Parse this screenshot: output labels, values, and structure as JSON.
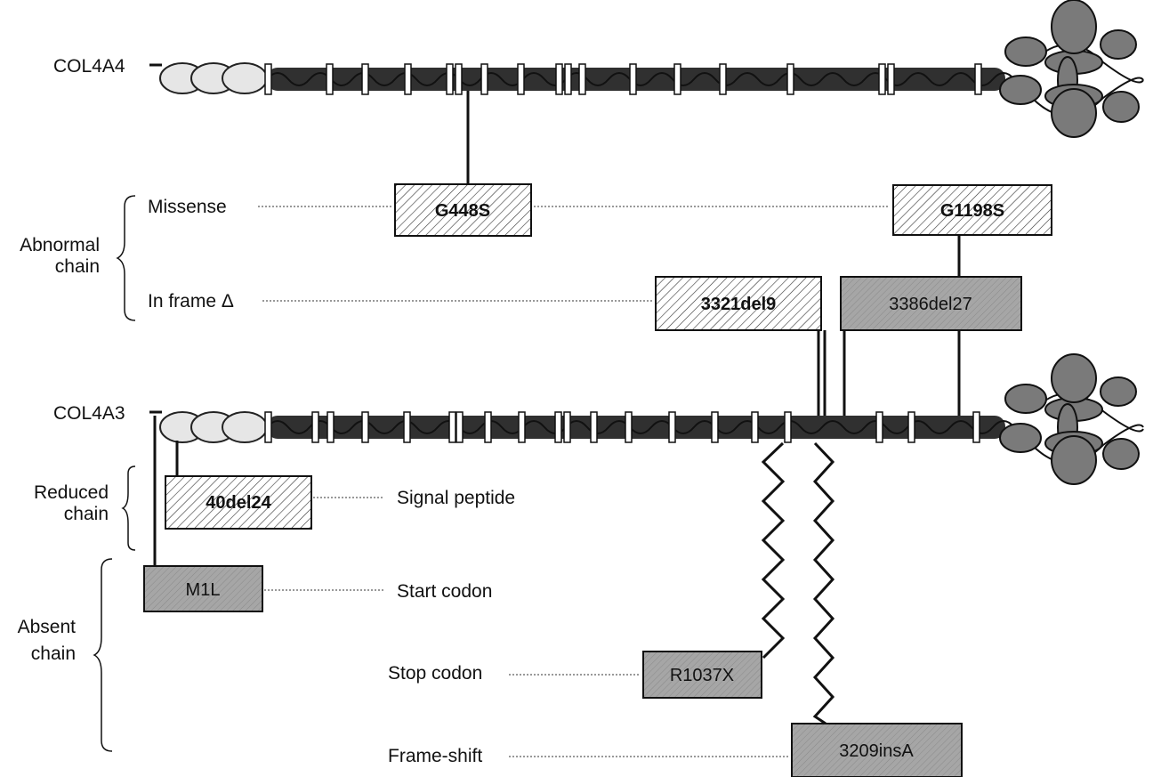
{
  "genes": {
    "top": "COL4A4",
    "bottom": "COL4A3"
  },
  "categories": {
    "abnormal": [
      "Abnormal",
      "chain"
    ],
    "reduced": [
      "Reduced",
      "chain"
    ],
    "absent": [
      "Absent",
      "chain"
    ]
  },
  "mutation_types": {
    "missense": "Missense",
    "inframe": "In frame Δ",
    "signal": "Signal peptide",
    "start": "Start codon",
    "stop": "Stop codon",
    "frameshift": "Frame-shift"
  },
  "mutations": {
    "g448s": "G448S",
    "g1198s": "G1198S",
    "del3321": "3321del9",
    "del3386": "3386del27",
    "del40": "40del24",
    "m1l": "M1L",
    "r1037x": "R1037X",
    "ins3209": "3209insA"
  },
  "colors": {
    "hatched_box": "#ffffff",
    "solid_box": "#a6a6a6",
    "helix": "#303030",
    "nc1": "#7a7a7a",
    "signal": "#e6e6e6"
  }
}
